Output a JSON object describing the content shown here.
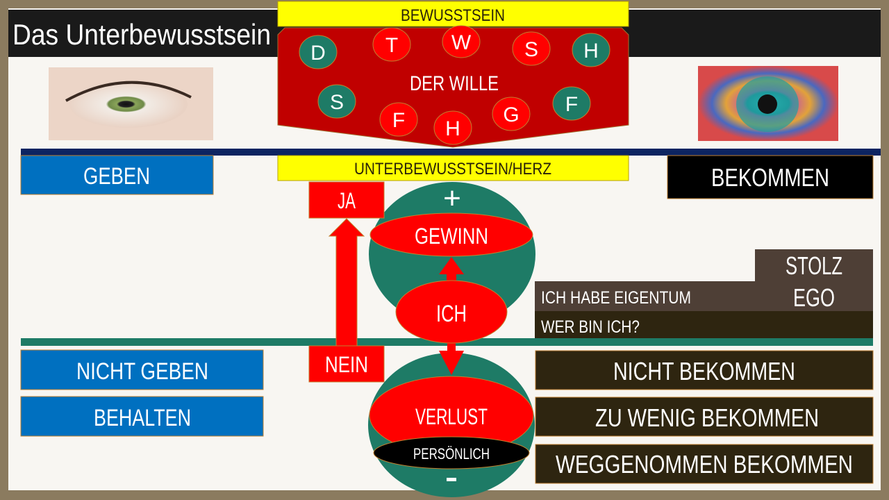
{
  "title": "Das Unterbewusstsein",
  "bewusstsein": "BEWUSSTSEIN",
  "der_wille": "DER WILLE",
  "will_letters": [
    "D",
    "T",
    "W",
    "S",
    "H",
    "S",
    "F",
    "H",
    "G",
    "F"
  ],
  "unterbewusstsein": "UNTERBEWUSSTSEIN/HERZ",
  "geben": "GEBEN",
  "bekommen": "BEKOMMEN",
  "ja": "JA",
  "nein": "NEIN",
  "plus": "+",
  "minus": "-",
  "gewinn": "GEWINN",
  "ich": "ICH",
  "verlust": "VERLUST",
  "persoenlich": "PERSÖNLICH",
  "stolz": "STOLZ",
  "ego": "EGO",
  "ich_habe_eigentum": "ICH HABE EIGENTUM",
  "wer_bin_ich": "WER BIN ICH?",
  "left_boxes": [
    "NICHT GEBEN",
    "BEHALTEN"
  ],
  "right_boxes": [
    "NICHT BEKOMMEN",
    "ZU WENIG BEKOMMEN",
    "WEGGENOMMEN BEKOMMEN"
  ],
  "colors": {
    "red": "#ff0000",
    "dark_red": "#c00000",
    "green": "#1e7b66",
    "blue": "#0070c0",
    "yellow": "#ffff00",
    "navy": "#0c2461",
    "brown": "#4e3f36",
    "dark_brown": "#2e2510"
  }
}
